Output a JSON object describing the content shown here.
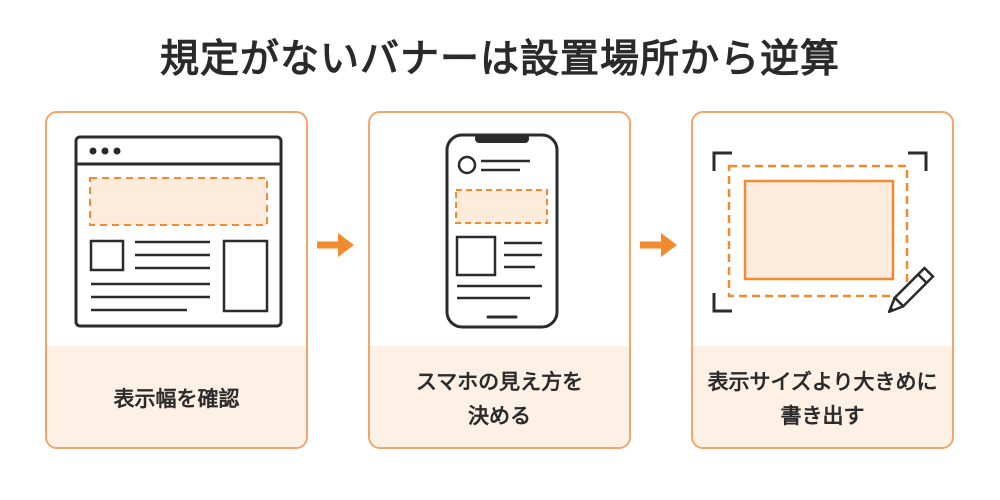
{
  "title": "規定がないバナーは設置場所から逆算",
  "steps": [
    {
      "lines": [
        "表示幅を確認"
      ],
      "icon": "browser-window-icon"
    },
    {
      "lines": [
        "スマホの見え方を",
        "決める"
      ],
      "icon": "smartphone-icon"
    },
    {
      "lines": [
        "表示サイズより大きめに",
        "書き出す"
      ],
      "icon": "crop-frame-icon"
    }
  ],
  "colors": {
    "accent": "#f28a30",
    "border": "#f3a46a",
    "caption_bg": "#fdf1e6",
    "placeholder_fill": "#fdebdc",
    "stroke": "#2b2b2b"
  }
}
